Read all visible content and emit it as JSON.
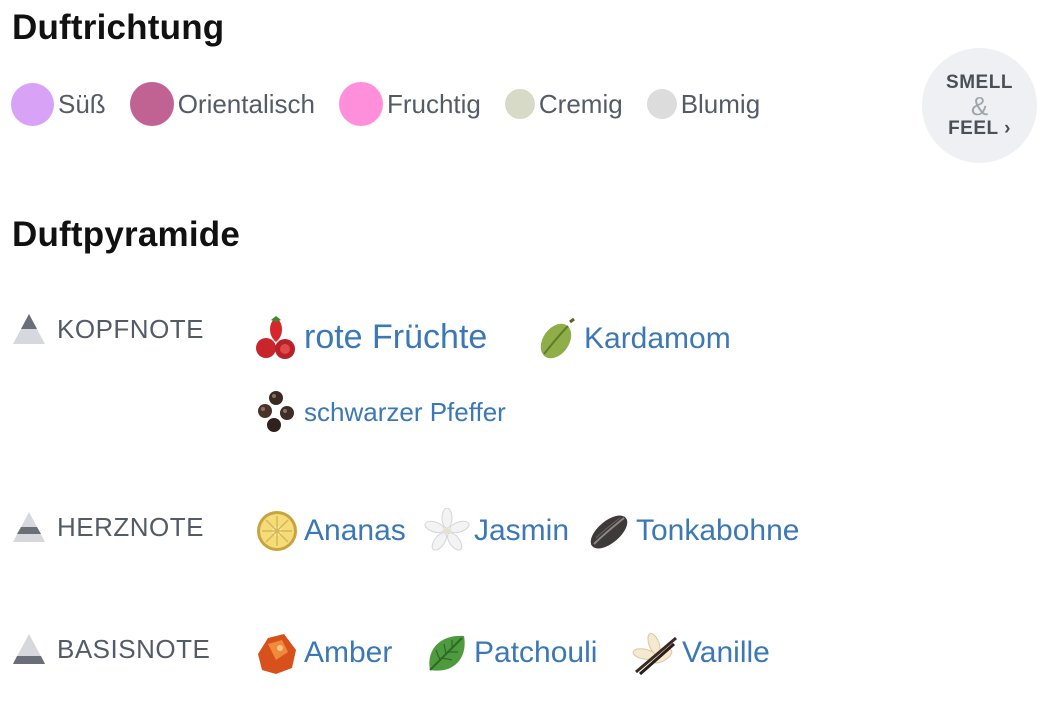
{
  "sections": {
    "direction_title": "Duftrichtung",
    "pyramid_title": "Duftpyramide"
  },
  "accords": [
    {
      "label": "Süß",
      "color": "#d8a3f7"
    },
    {
      "label": "Orientalisch",
      "color": "#c06292"
    },
    {
      "label": "Fruchtig",
      "color": "#ff8fdb"
    },
    {
      "label": "Cremig",
      "color": "#d7dac6"
    },
    {
      "label": "Blumig",
      "color": "#dcdcdc"
    }
  ],
  "smell_feel": {
    "top": "SMELL",
    "amp": "&",
    "bottom": "FEEL ›"
  },
  "notes": {
    "top": {
      "label": "KOPFNOTE",
      "ingredients": [
        {
          "name": "rote Früchte",
          "icon": "red-fruits-icon"
        },
        {
          "name": "Kardamom",
          "icon": "cardamom-icon"
        },
        {
          "name": "schwarzer Pfeffer",
          "icon": "black-pepper-icon"
        }
      ]
    },
    "heart": {
      "label": "HERZNOTE",
      "ingredients": [
        {
          "name": "Ananas",
          "icon": "pineapple-icon"
        },
        {
          "name": "Jasmin",
          "icon": "jasmine-icon"
        },
        {
          "name": "Tonkabohne",
          "icon": "tonka-bean-icon"
        }
      ]
    },
    "base": {
      "label": "BASISNOTE",
      "ingredients": [
        {
          "name": "Amber",
          "icon": "amber-icon"
        },
        {
          "name": "Patchouli",
          "icon": "patchouli-icon"
        },
        {
          "name": "Vanille",
          "icon": "vanilla-icon"
        }
      ]
    }
  }
}
